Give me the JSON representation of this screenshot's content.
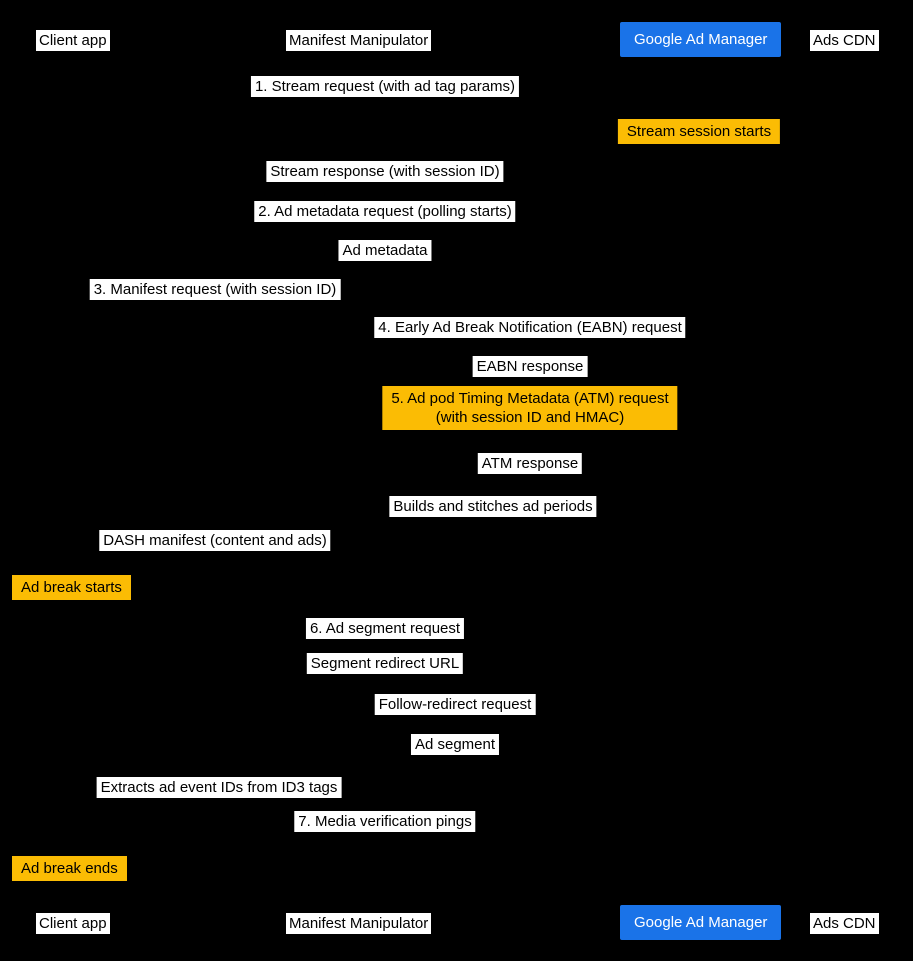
{
  "colors": {
    "background": "#000000",
    "participant_accent_blue": "#1a73e8",
    "note_gold": "#fbbc04",
    "label_background": "#ffffff",
    "label_text": "#000000"
  },
  "participants": [
    {
      "label": "Client app"
    },
    {
      "label": "Manifest Manipulator"
    },
    {
      "label": "Google Ad Manager"
    },
    {
      "label": "Ads CDN"
    }
  ],
  "messages": [
    {
      "kind": "message",
      "label": "1. Stream request (with ad tag params)"
    },
    {
      "kind": "note",
      "label": "Stream session starts"
    },
    {
      "kind": "message",
      "label": "Stream response (with session ID)"
    },
    {
      "kind": "message",
      "label": "2. Ad metadata request (polling starts)"
    },
    {
      "kind": "message",
      "label": "Ad metadata"
    },
    {
      "kind": "message",
      "label": "3. Manifest request (with session ID)"
    },
    {
      "kind": "message",
      "label": "4. Early Ad Break Notification (EABN) request"
    },
    {
      "kind": "message",
      "label": "EABN response"
    },
    {
      "kind": "note",
      "label": "5. Ad pod Timing Metadata (ATM) request\n(with session ID and HMAC)"
    },
    {
      "kind": "message",
      "label": "ATM response"
    },
    {
      "kind": "action",
      "label": "Builds and stitches ad periods"
    },
    {
      "kind": "message",
      "label": "DASH manifest (content and ads)"
    },
    {
      "kind": "note",
      "label": "Ad break starts"
    },
    {
      "kind": "message",
      "label": "6. Ad segment request"
    },
    {
      "kind": "message",
      "label": "Segment redirect URL"
    },
    {
      "kind": "message",
      "label": "Follow-redirect request"
    },
    {
      "kind": "message",
      "label": "Ad segment"
    },
    {
      "kind": "action",
      "label": "Extracts ad event IDs from ID3 tags"
    },
    {
      "kind": "message",
      "label": "7. Media verification pings"
    },
    {
      "kind": "note",
      "label": "Ad break ends"
    }
  ]
}
